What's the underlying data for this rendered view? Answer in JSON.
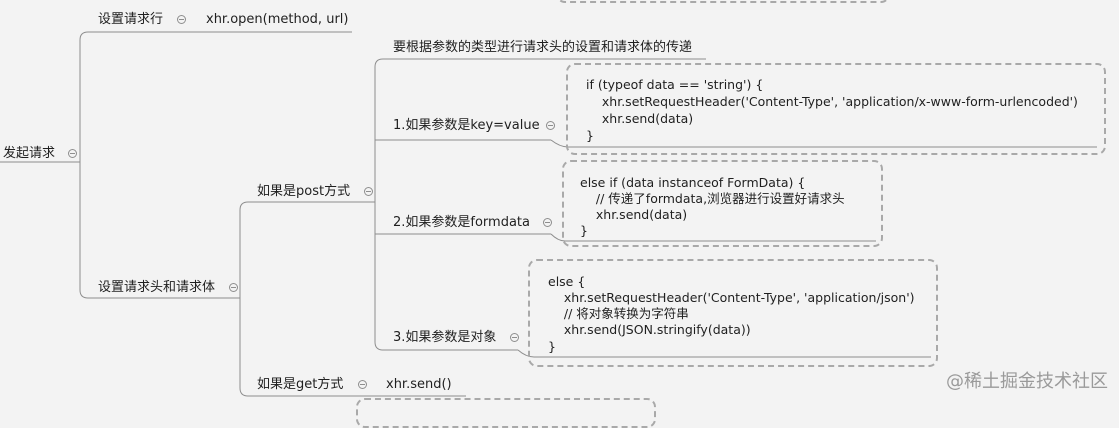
{
  "mindmap": {
    "root": {
      "label": "发起请求"
    },
    "set_request_line": {
      "label": "设置请求行",
      "code": "xhr.open(method, url)"
    },
    "set_headers_body": {
      "label": "设置请求头和请求体",
      "post": {
        "label": "如果是post方式",
        "note": "要根据参数的类型进行请求头的设置和请求体的传递",
        "cases": [
          {
            "label": "1.如果参数是key=value",
            "code_lines": [
              "if (typeof data == 'string') {",
              "    xhr.setRequestHeader('Content-Type', 'application/x-www-form-urlencoded')",
              "    xhr.send(data)",
              "}"
            ]
          },
          {
            "label": "2.如果参数是formdata",
            "code_lines": [
              "else if (data instanceof FormData) {",
              "    // 传递了formdata,浏览器进行设置好请求头",
              "    xhr.send(data)",
              "}"
            ]
          },
          {
            "label": "3.如果参数是对象",
            "code_lines": [
              "else {",
              "    xhr.setRequestHeader('Content-Type', 'application/json')",
              "    // 将对象转换为字符串",
              "    xhr.send(JSON.stringify(data))",
              "}"
            ]
          }
        ]
      },
      "get": {
        "label": "如果是get方式",
        "code": "xhr.send()"
      }
    }
  },
  "watermark": "@稀土掘金技术社区",
  "colors": {
    "background": "#f3f3f3",
    "line": "#8e8e8e",
    "text": "#1f1f1f",
    "dash_border": "#a9a9a9",
    "watermark": "#9a9a9a"
  }
}
